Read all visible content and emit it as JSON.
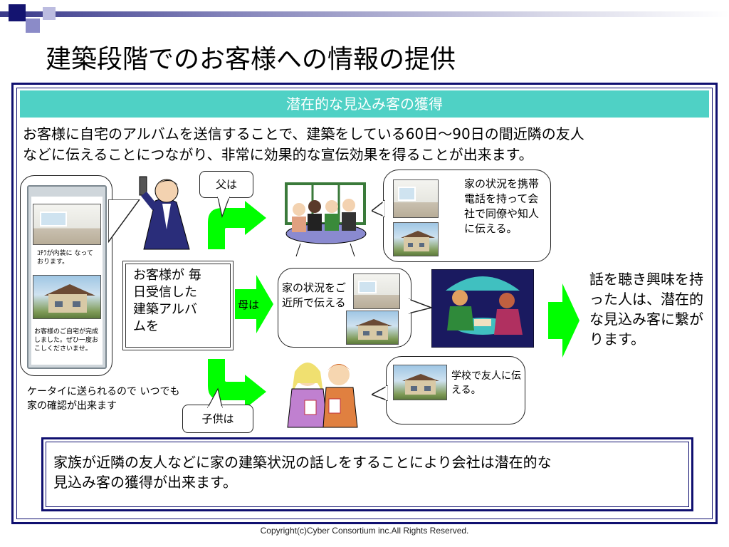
{
  "slide": {
    "title": "建築段階でのお客様への情報の提供",
    "header_bar": "潜在的な見込み客の獲得",
    "intro_line1": "お客様に自宅のアルバムを送信することで、建築をしている60日〜90日の間近隣の友人",
    "intro_line2": "などに伝えることにつながり、非常に効果的な宣伝効果を得ることが出来ます。",
    "phone": {
      "caption1": "ｺﾁﾗが内装に なっております。",
      "caption2": "お客様のご自宅が完成しました。ぜひ一度おこしくださいませ。"
    },
    "keitai_note": "ケータイに送られるので いつでも家の確認が出来ます",
    "album_box": "お客様が 毎日受信した建築アルバムを",
    "father_label": "父は",
    "mother_label": "母は",
    "child_label": "子供は",
    "father_bubble": "家の状況を携帯電話を持って会社で同僚や知人に伝える。",
    "mother_bubble": "家の状況をご近所で伝える",
    "child_bubble": "学校で友人に伝える。",
    "result_text": "話を聴き興味を持った人は、潜在的な見込み客に繋がります。",
    "conclusion_line1": "家族が近隣の友人などに家の建築状況の話しをすることにより会社は潜在的な",
    "conclusion_line2": "見込み客の獲得が出来ます。",
    "copyright": "Copyright(c)Cyber Consortium inc.All Rights Reserved."
  },
  "colors": {
    "header_teal": "#4fd1c5",
    "arrow_green": "#00ff00",
    "frame_navy": "#101070"
  }
}
